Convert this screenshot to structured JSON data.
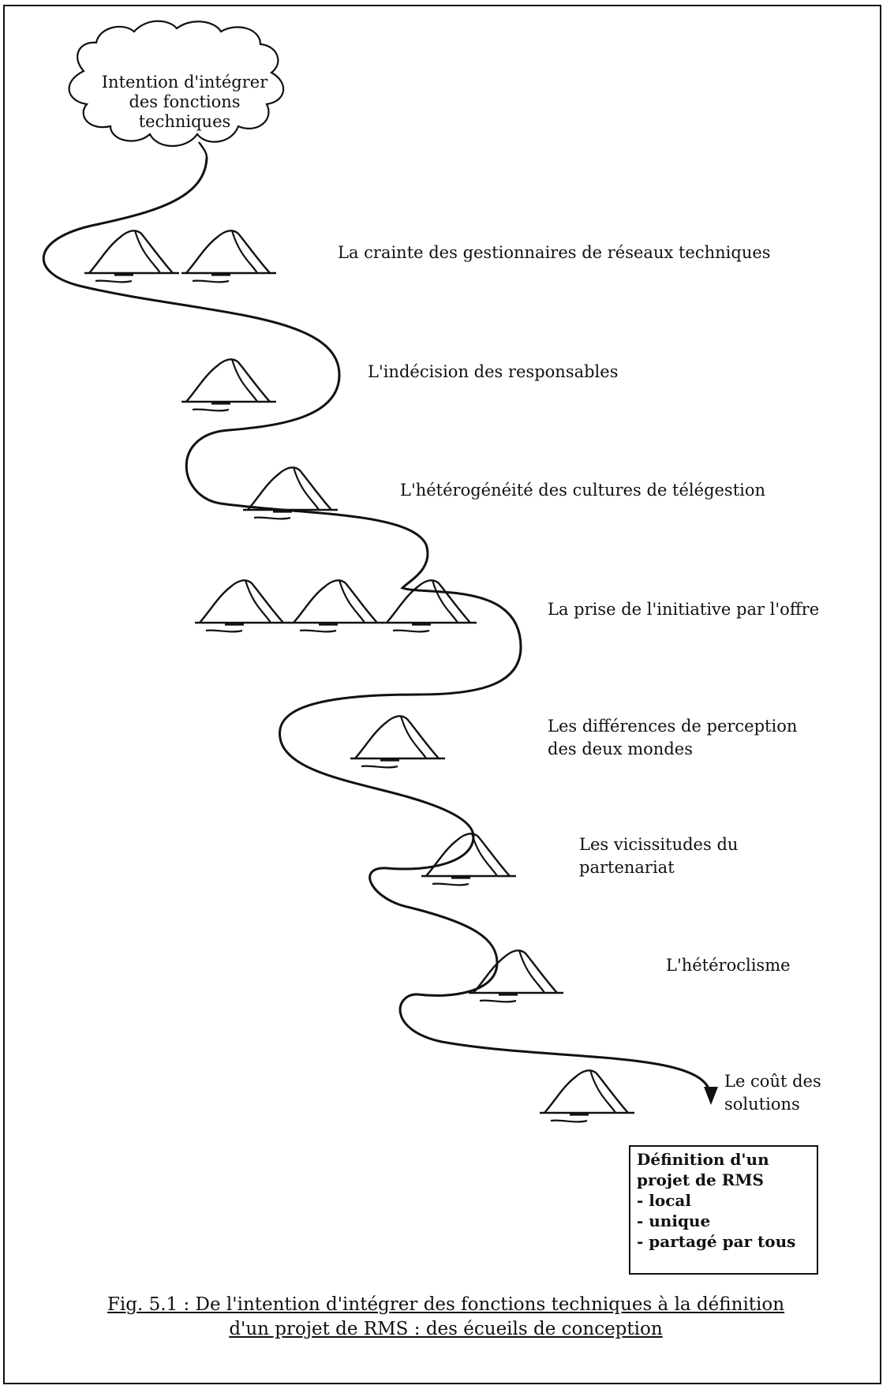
{
  "origin": {
    "lines": [
      "Intention d'intégrer",
      "des fonctions",
      "techniques"
    ]
  },
  "obstacles": [
    {
      "lines": [
        "La crainte des gestionnaires de réseaux techniques"
      ]
    },
    {
      "lines": [
        "L'indécision des responsables"
      ]
    },
    {
      "lines": [
        "L'hétérogénéité des cultures de télégestion"
      ]
    },
    {
      "lines": [
        "La prise de l'initiative par l'offre"
      ]
    },
    {
      "lines": [
        "Les différences de perception",
        "des deux mondes"
      ]
    },
    {
      "lines": [
        "Les vicissitudes du",
        "partenariat"
      ]
    },
    {
      "lines": [
        "L'hétéroclisme"
      ]
    },
    {
      "lines": [
        "Le coût des",
        "solutions"
      ]
    }
  ],
  "result": {
    "lines": [
      "Définition d'un",
      "projet de RMS",
      "- local",
      "- unique",
      "- partagé par tous"
    ]
  },
  "caption": {
    "lines": [
      "Fig. 5.1 : De l'intention d'intégrer des fonctions techniques à la définition",
      "d'un projet de RMS : des écueils de conception"
    ]
  },
  "icons": {
    "reef": "rock-island-icon",
    "start": "thought-cloud-icon"
  }
}
